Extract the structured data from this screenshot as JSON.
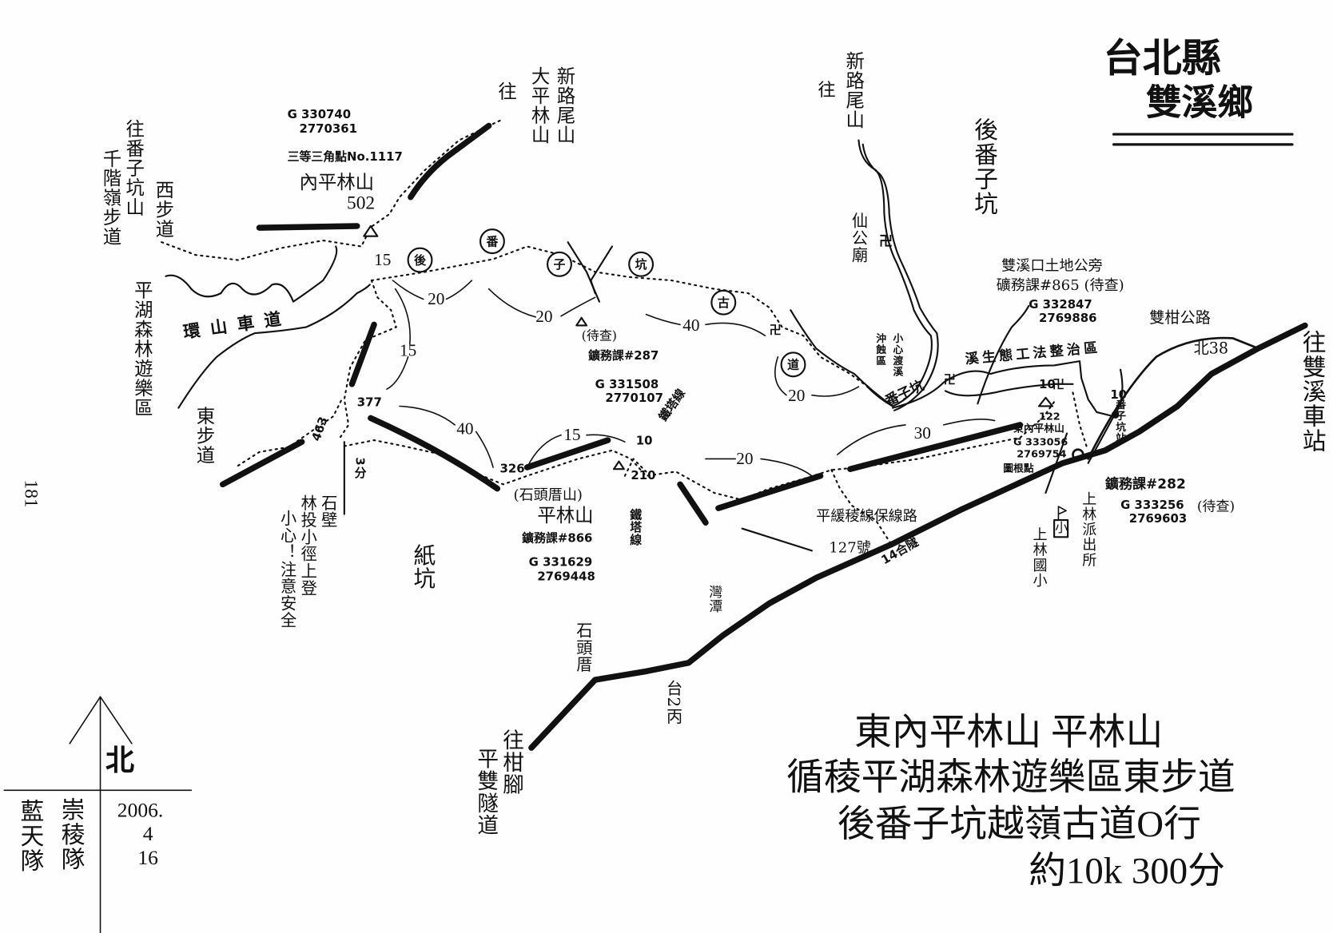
{
  "title": {
    "county": "台北縣",
    "township": "雙溪鄉"
  },
  "page_number": "181",
  "summary": {
    "line1": "東內平林山  平林山",
    "line2": "循稜平湖森林遊樂區東步道",
    "line3": "後番子坑越嶺古道O行",
    "line4": "約10k 300分"
  },
  "credits": {
    "team1": "崇稜隊",
    "team2": "藍天隊",
    "date_year": "2006.",
    "date_month": "4",
    "date_day": "16",
    "north": "北"
  },
  "places": {
    "to_dapinglin_prefix": "往",
    "dapinglin": "大平林山",
    "xinluwei": "新路尾山",
    "to_fanzikeng_prefix": "往番子坑山",
    "qianjie": "千階嶺步道",
    "west_trail": "西步道",
    "neipinglin": "內平林山",
    "neipinglin_alt": "502",
    "neipinglin_g1": "G 330740",
    "neipinglin_g2": "2770361",
    "triangulation": "三等三角點No.1117",
    "pinghu": "平湖森林遊樂區",
    "ring_road": "環山車道",
    "east_trail": "東步道",
    "shibi": "石壁",
    "lintou": "林投小徑上登",
    "caution": "小心！注意安全",
    "zhikeng": "紙坑",
    "pt_377": "377",
    "pt_463": "463",
    "pt_3min": "3分",
    "pending1": "(待查)",
    "mining287": "鑛務課#287",
    "g287_1": "G 331508",
    "g287_2": "2770107",
    "pt_326": "326",
    "pt_210": "210",
    "tower_line": "鐵塔線",
    "shitoucuo_mt": "(石頭厝山)",
    "pinglin": "平林山",
    "mining866": "鑛務課#866",
    "g866_1": "G 331629",
    "g866_2": "2769448",
    "shitoucuo": "石頭厝",
    "to_ganjiao": "往柑腳",
    "pingshuang": "平雙隧道",
    "tai2bing": "台2丙",
    "wantan": "灣潭",
    "ridge_road": "平緩稜線保線路",
    "tower127": "127號",
    "tunnel14": "14合隧",
    "shanglin_school": "上林國小",
    "school_box": "小",
    "shanglin_police": "上林派出所",
    "mining282": "鑛務課#282",
    "g282_1": "G 333256",
    "g282_2": "2769603",
    "pending2": "(待查)",
    "east_neipinglin": "東內平林山",
    "pt_122": "122",
    "g122_1": "G 333056",
    "g122_2": "2769754",
    "benchmark": "圖根點",
    "fanzikeng_station": "番子坑站",
    "shuanggan_road": "雙柑公路",
    "bei38": "北38",
    "to_station": "往雙溪車站",
    "tudigong": "雙溪口土地公旁",
    "mining865": "礦務課#865 (待查)",
    "g865_1": "G 332847",
    "g865_2": "2769886",
    "eco_zone": "溪生態工法整治區",
    "hou_fanzikeng": "後番子坑",
    "to_xinluwei_prefix": "往",
    "xinluwei2": "新路尾山",
    "xiangong": "仙公廟",
    "erosion": "沖蝕區",
    "careful_cross": "小心渡溪",
    "fanzikeng": "番子坑",
    "temple_symbol": "卍"
  },
  "trail_circles": [
    "後",
    "番",
    "子",
    "坑",
    "古",
    "道"
  ],
  "times": {
    "t1": "15",
    "t2": "20",
    "t3": "15",
    "t4": "20",
    "t5": "40",
    "t6": "40",
    "t7": "15",
    "t8": "20",
    "t9": "20",
    "t10": "30",
    "t11": "10",
    "t12": "10",
    "t13": "10"
  }
}
